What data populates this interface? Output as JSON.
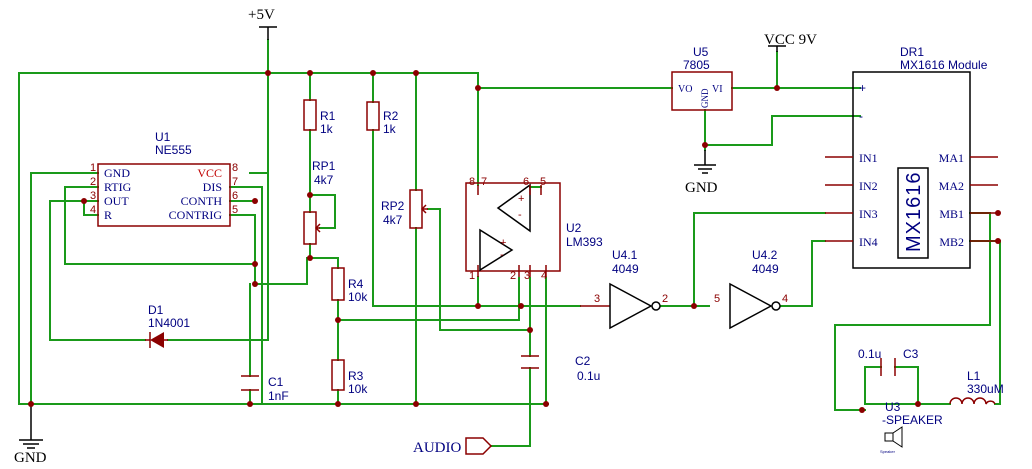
{
  "power": {
    "vcc5": "+5V",
    "vcc9": "VCC 9V",
    "gnd_left": "GND",
    "gnd_reg": "GND"
  },
  "u1": {
    "ref": "U1",
    "value": "NE555",
    "left_pins": [
      "GND",
      "RTIG",
      "OUT",
      "R"
    ],
    "left_nums": [
      "1",
      "2",
      "3",
      "4"
    ],
    "right_pins": [
      "VCC",
      "DIS",
      "CONTH",
      "CONTRIG"
    ],
    "right_nums": [
      "8",
      "7",
      "6",
      "5"
    ]
  },
  "r1": {
    "ref": "R1",
    "value": "1k"
  },
  "r2": {
    "ref": "R2",
    "value": "1k"
  },
  "r3": {
    "ref": "R3",
    "value": "10k"
  },
  "r4": {
    "ref": "R4",
    "value": "10k"
  },
  "rp1": {
    "ref": "RP1",
    "value": "4k7"
  },
  "rp2": {
    "ref": "RP2",
    "value": "4k7"
  },
  "d1": {
    "ref": "D1",
    "value": "1N4001"
  },
  "c1": {
    "ref": "C1",
    "value": "1nF"
  },
  "c2": {
    "ref": "C2",
    "value": "0.1u"
  },
  "c3": {
    "ref": "C3",
    "value": "0.1u"
  },
  "l1": {
    "ref": "L1",
    "value": "330uM"
  },
  "u2": {
    "ref": "U2",
    "value": "LM393",
    "pins": [
      "8",
      "7",
      "6",
      "5",
      "1",
      "2",
      "3",
      "4"
    ]
  },
  "u5": {
    "ref": "U5",
    "value": "7805",
    "vo": "VO",
    "vi": "VI",
    "gnd": "GND"
  },
  "u41": {
    "ref": "U4.1",
    "value": "4049",
    "pin_in": "3",
    "pin_out": "2"
  },
  "u42": {
    "ref": "U4.2",
    "value": "4049",
    "pin_in": "5",
    "pin_out": "4"
  },
  "dr1": {
    "ref": "DR1",
    "value": "MX1616 Module",
    "chip": "MX1616",
    "left_pins": [
      "IN1",
      "IN2",
      "IN3",
      "IN4"
    ],
    "right_pins": [
      "MA1",
      "MA2",
      "MB1",
      "MB2"
    ],
    "plus": "+",
    "minus": "-"
  },
  "u3": {
    "ref": "U3",
    "value": "-SPEAKER",
    "icon_text": "Speaker"
  },
  "audio": {
    "label": "AUDIO"
  }
}
